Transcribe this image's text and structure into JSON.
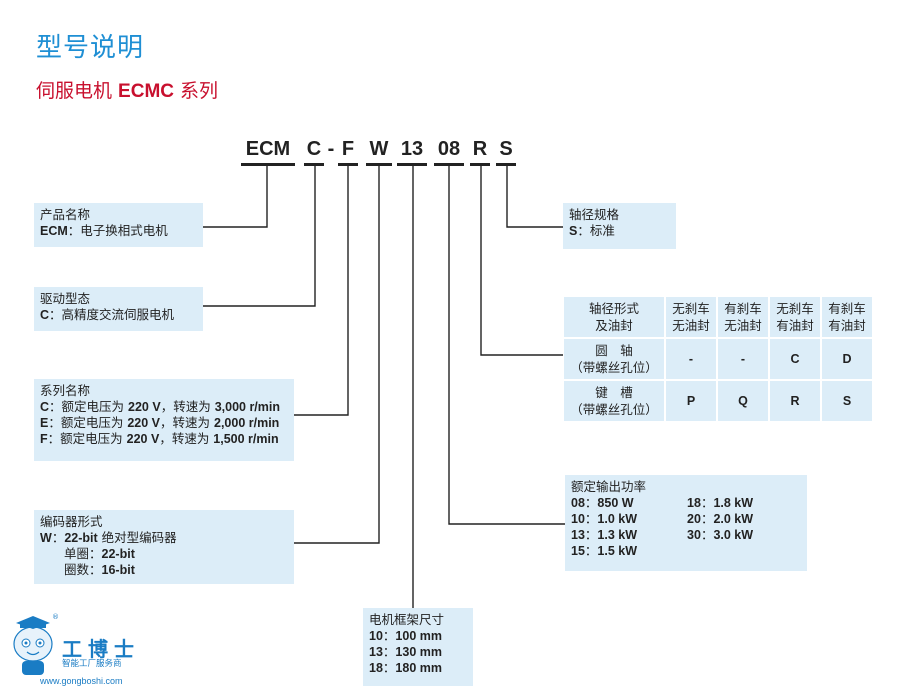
{
  "header": {
    "title": "型号说明",
    "subtitle_prefix": "伺服电机 ",
    "subtitle_model": "ECMC",
    "subtitle_suffix": " 系列"
  },
  "model_code": {
    "parts": [
      "ECM",
      "C",
      "-",
      "F",
      "W",
      "13",
      "08",
      "R",
      "S"
    ]
  },
  "product_name": {
    "title": "产品名称",
    "code": "ECM",
    "sep": "：",
    "desc": "电子换相式电机"
  },
  "drive_type": {
    "title": "驱动型态",
    "code": "C",
    "sep": "：",
    "desc": "高精度交流伺服电机"
  },
  "series": {
    "title": "系列名称",
    "rows": [
      {
        "code": "C",
        "sep": "：",
        "pre": "额定电压为 ",
        "voltage": "220 V",
        "mid": "，转速为 ",
        "speed": "3,000 r/min"
      },
      {
        "code": "E",
        "sep": "：",
        "pre": "额定电压为 ",
        "voltage": "220 V",
        "mid": "，转速为 ",
        "speed": "2,000 r/min"
      },
      {
        "code": "F",
        "sep": "：",
        "pre": "额定电压为 ",
        "voltage": "220 V",
        "mid": "，转速为 ",
        "speed": "1,500 r/min"
      }
    ]
  },
  "encoder": {
    "title": "编码器形式",
    "code": "W",
    "sep": "：",
    "bits": "22-bit",
    "desc": " 绝对型编码器",
    "single_label": "单圈：",
    "single_value": "22-bit",
    "multi_label": "圈数：",
    "multi_value": "16-bit"
  },
  "frame": {
    "title": "电机框架尺寸",
    "rows": [
      {
        "code": "10",
        "sep": "：",
        "value": "100 mm"
      },
      {
        "code": "13",
        "sep": "：",
        "value": "130 mm"
      },
      {
        "code": "18",
        "sep": "：",
        "value": "180 mm"
      }
    ]
  },
  "power": {
    "title": "额定输出功率",
    "col1": [
      {
        "code": "08",
        "sep": "：",
        "value": "850 W"
      },
      {
        "code": "10",
        "sep": "：",
        "value": "1.0 kW"
      },
      {
        "code": "13",
        "sep": "：",
        "value": "1.3 kW"
      },
      {
        "code": "15",
        "sep": "：",
        "value": "1.5 kW"
      }
    ],
    "col2": [
      {
        "code": "18",
        "sep": "：",
        "value": "1.8 kW"
      },
      {
        "code": "20",
        "sep": "：",
        "value": "2.0 kW"
      },
      {
        "code": "30",
        "sep": "：",
        "value": "3.0 kW"
      }
    ]
  },
  "shaft_spec": {
    "title": "轴径规格",
    "code": "S",
    "sep": "：",
    "desc": "标准"
  },
  "shaft_table": {
    "header_line1": "轴径形式",
    "header_line2": "及油封",
    "options": [
      {
        "l1": "无刹车",
        "l2": "无油封"
      },
      {
        "l1": "有刹车",
        "l2": "无油封"
      },
      {
        "l1": "无刹车",
        "l2": "有油封"
      },
      {
        "l1": "有刹车",
        "l2": "有油封"
      }
    ],
    "rows": [
      {
        "l1": "圆　轴",
        "l2": "（带螺丝孔位）",
        "values": [
          "-",
          "-",
          "C",
          "D"
        ]
      },
      {
        "l1": "键　槽",
        "l2": "（带螺丝孔位）",
        "values": [
          "P",
          "Q",
          "R",
          "S"
        ]
      }
    ]
  },
  "logo": {
    "name": "工博士",
    "tagline": "智能工厂服务商",
    "url": "www.gongboshi.com",
    "registered": "®"
  },
  "colors": {
    "title_blue": "#1f8fd4",
    "subtitle_red": "#c8102e",
    "box_bg": "#dcedf8",
    "line": "#222222"
  }
}
